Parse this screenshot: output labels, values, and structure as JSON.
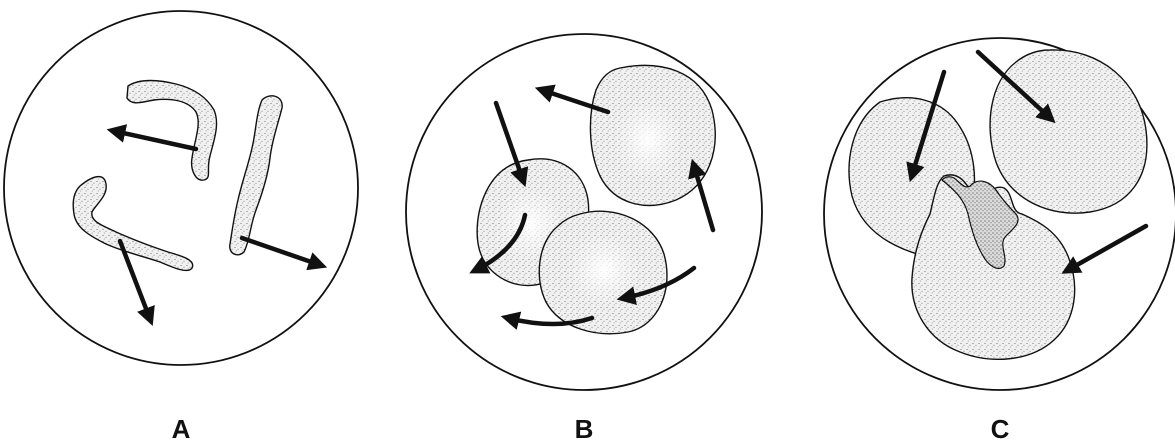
{
  "panels": [
    {
      "id": "A",
      "label": "A",
      "cell_kind": "parasite"
    },
    {
      "id": "B",
      "label": "B",
      "cell_kind": "cell"
    },
    {
      "id": "C",
      "label": "C",
      "cell_kind": "cell"
    }
  ],
  "colors": {
    "ink": "#111111",
    "paper": "#ffffff"
  }
}
